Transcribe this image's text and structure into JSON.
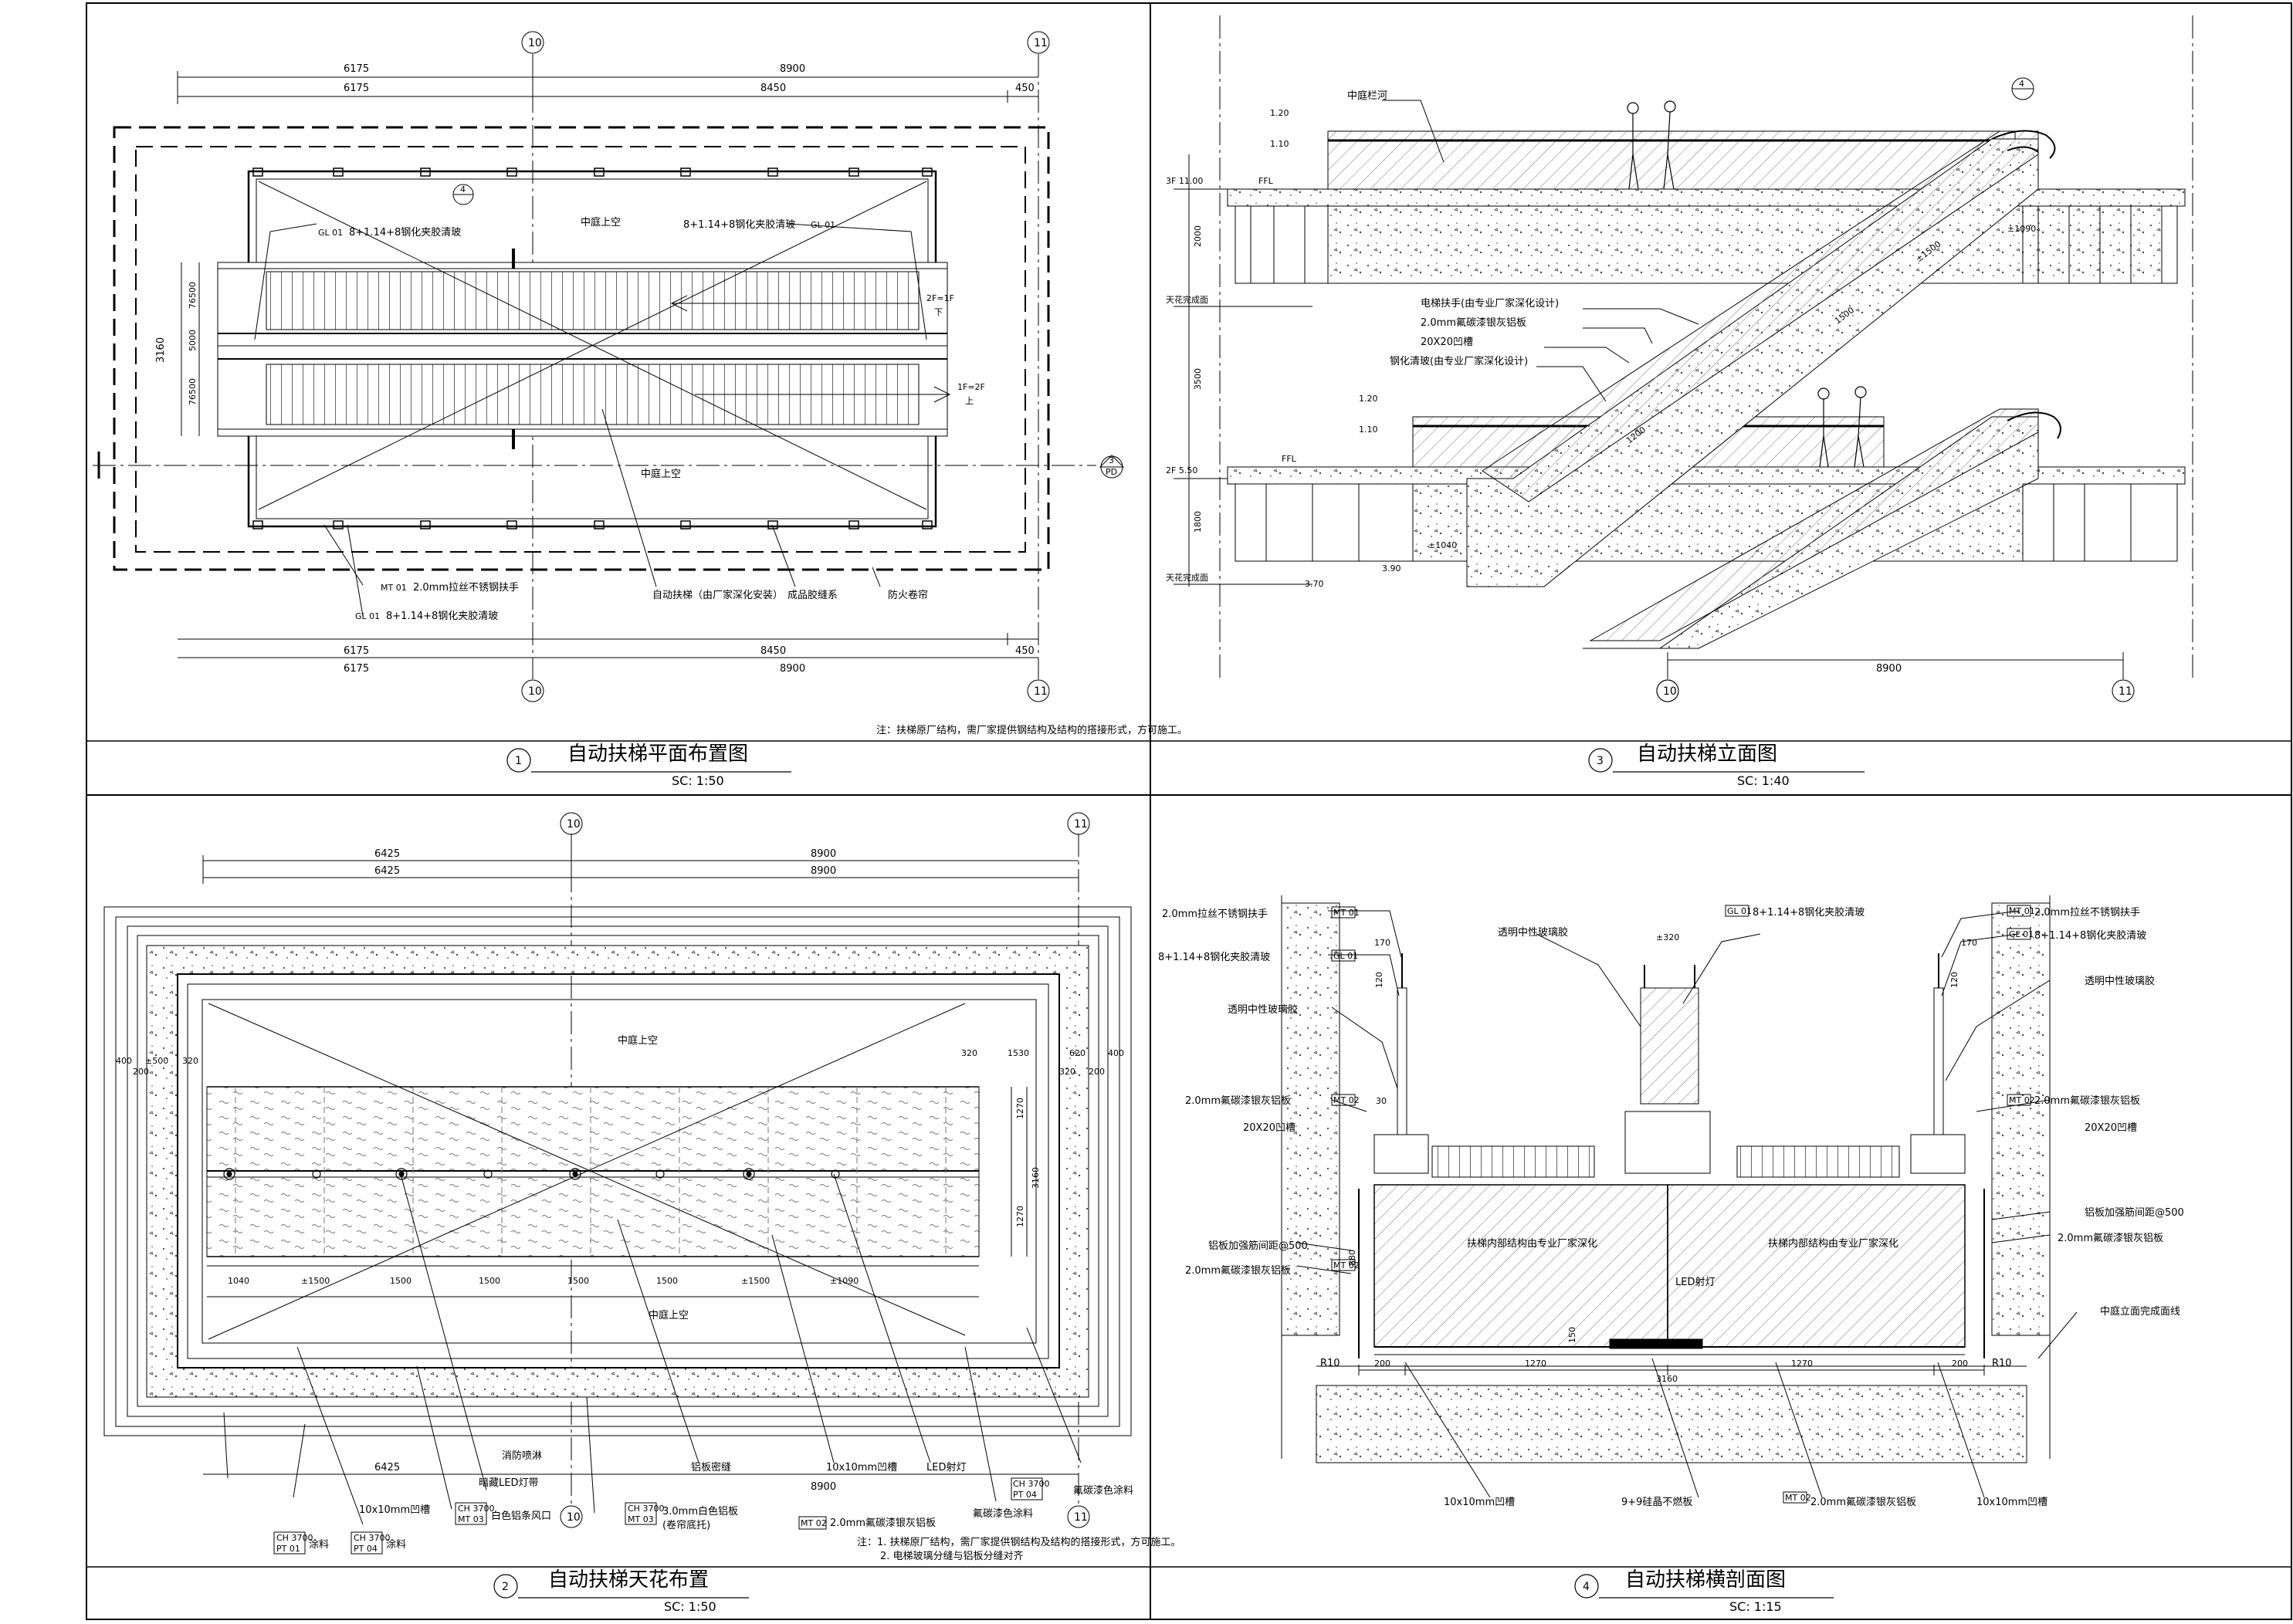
{
  "colors": {
    "line": "#000000",
    "bg": "#ffffff",
    "hatch": "#555555"
  },
  "grid": {
    "axis_a": "10",
    "axis_b": "11"
  },
  "panels": {
    "plan": {
      "num": "1",
      "title": "自动扶梯平面布置图",
      "scale": "SC:  1:50",
      "dims_top": [
        "6175",
        "8900",
        "6175",
        "8450",
        "450"
      ],
      "dims_bottom": [
        "6175",
        "8450",
        "450",
        "6175",
        "8900"
      ],
      "dims_left": [
        "3160",
        "76500",
        "5000",
        "76500"
      ],
      "labels": {
        "void_top": "中庭上空",
        "void_bottom": "中庭上空",
        "glass_top": "8+1.14+8钢化夹胶清玻",
        "glass_left": "8+1.14+8钢化夹胶清玻",
        "gl_tag": "GL 01",
        "mt_tag": "MT 01",
        "handrail": "2.0mm拉丝不锈钢扶手",
        "glass_bottom": "8+1.14+8钢化夹胶清玻",
        "escalator": "自动扶梯（由厂家深化安装）",
        "joint": "成品胶缝系",
        "shutter": "防火卷帘",
        "dir_down": "2F=1F",
        "down": "下",
        "dir_up": "1F=2F",
        "up": "上",
        "sec_marker": "4",
        "sec_marker2": "3",
        "sec_ref": "PD"
      },
      "note": "注：扶梯原厂结构，需厂家提供钢结构及结构的搭接形式，方可施工。"
    },
    "elevation": {
      "num": "3",
      "title": "自动扶梯立面图",
      "scale": "SC:  1:40",
      "labels": {
        "atrium_rail": "中庭栏河",
        "handrail": "电梯扶手(由专业厂家深化设计)",
        "panel": "2.0mm氟碳漆银灰铝板",
        "groove": "20X20凹槽",
        "glass": "钢化清玻(由专业厂家深化设计)",
        "lvl3": "3F 11.00",
        "lvl2": "2F 5.50",
        "ffl": "FFL",
        "ceiling": "天花完成面",
        "ceiling2": "天花完成面",
        "d120": "1.20",
        "d110": "1.10",
        "d120b": "1.20",
        "d110b": "1.10",
        "h2000": "2000",
        "h3500": "3500",
        "h1800": "1800",
        "r1090": "±1090",
        "r1500": "±1500",
        "s1500": "1500",
        "r1040": "±1040",
        "r1200": "1200",
        "d370": "3.70",
        "d390": "3.90",
        "span": "8900",
        "marker": "4"
      }
    },
    "ceiling": {
      "num": "2",
      "title": "自动扶梯天花布置",
      "scale": "SC:  1:50",
      "dims_top": [
        "6425",
        "8900",
        "6425",
        "8900"
      ],
      "dims_bottom": [
        "6425",
        "8900"
      ],
      "dims_row": [
        "1040",
        "±1500",
        "1500",
        "1500",
        "1500",
        "1500",
        "±1500",
        "±1090"
      ],
      "dims_right": [
        "1270",
        "3160",
        "1270"
      ],
      "dims_misc": [
        "400",
        "±500",
        "320",
        "200",
        "320",
        "1530",
        "620",
        "400",
        "200",
        "320"
      ],
      "labels": {
        "void_top": "中庭上空",
        "void_bottom": "中庭上空",
        "groove1": "10x10mm凹槽",
        "paint1": "涂料",
        "paint2": "涂料",
        "led_strip": "暗藏LED灯带",
        "grille": "白色铝条风口",
        "sprinkler": "消防喷淋",
        "alu3": "3.0mm白色铝板",
        "alu3b": "(卷帘底托)",
        "alu2": "2.0mm氟碳漆银灰铝板",
        "alu_seam": "铝板密缝",
        "groove2": "10x10mm凹槽",
        "led_down": "LED射灯",
        "paint3": "氟碳漆色涂料",
        "paint4": "氟碳漆色涂料",
        "tag_pt01": "PT 01",
        "tag_ch": "CH 3700",
        "tag_mt03": "MT 03",
        "tag_pt04": "PT 04",
        "tag_mt02": "MT 02",
        "tag_ch2": "CH 3700"
      },
      "note1": "注：1. 扶梯原厂结构，需厂家提供钢结构及结构的搭接形式，方可施工。",
      "note2": "2. 电梯玻璃分缝与铝板分缝对齐"
    },
    "section": {
      "num": "4",
      "title": "自动扶梯横剖面图",
      "scale": "SC:  1:15",
      "labels": {
        "handrail_l": "2.0mm拉丝不锈钢扶手",
        "glass_l": "8+1.14+8钢化夹胶清玻",
        "sealant_l": "透明中性玻璃胶",
        "panel_l": "2.0mm氟碳漆银灰铝板",
        "groove_l": "20X20凹槽",
        "rib_l": "铝板加强筋间距@500",
        "panel_l2": "2.0mm氟碳漆银灰铝板",
        "handrail_r": "2.0mm拉丝不锈钢扶手",
        "glass_r": "8+1.14+8钢化夹胶清玻",
        "sealant_r": "透明中性玻璃胶",
        "panel_r": "2.0mm氟碳漆银灰铝板",
        "groove_r": "20X20凹槽",
        "rib_r": "铝板加强筋间距@500",
        "panel_r2": "2.0mm氟碳漆银灰铝板",
        "finish_r": "中庭立面完成面线",
        "sealant_c": "透明中性玻璃胶",
        "glass_c": "8+1.14+8钢化夹胶清玻",
        "structure_l": "扶梯内部结构由专业厂家深化",
        "structure_r": "扶梯内部结构由专业厂家深化",
        "led": "LED射灯",
        "groove_b1": "10x10mm凹槽",
        "plate": "9+9硅晶不燃板",
        "panel_b": "2.0mm氟碳漆银灰铝板",
        "groove_b2": "10x10mm凹槽",
        "tag_mt01": "MT 01",
        "tag_gl01": "GL 01",
        "tag_mt02": "MT 02",
        "d170": "170",
        "d120": "120",
        "d320": "±320",
        "d30": "30",
        "d880": "880",
        "d150": "150",
        "d200a": "200",
        "d1270a": "1270",
        "d1270b": "1270",
        "d200b": "200",
        "d3160": "3160",
        "r10a": "R10",
        "r10b": "R10"
      }
    }
  }
}
